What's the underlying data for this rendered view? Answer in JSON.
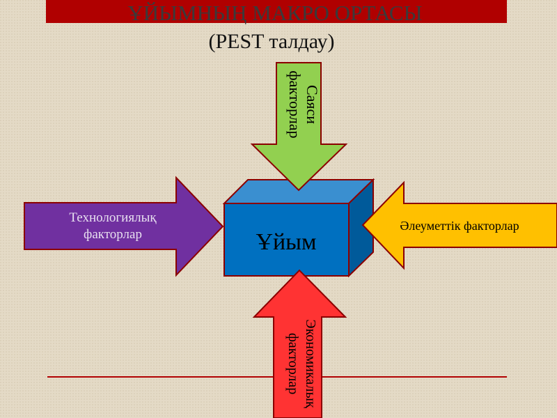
{
  "slide": {
    "title": "ҰЙЫМНЫҢ МАКРО ОРТАСЫ",
    "subtitle": "(PEST талдау)",
    "center_label": "Ұйым",
    "factors": {
      "political": [
        "Саяси",
        "факторлар"
      ],
      "technological": [
        "Технологиялық",
        "факторлар"
      ],
      "social": "Әлеуметтік факторлар",
      "economic": [
        "Экономикалық",
        "факторлар"
      ]
    }
  },
  "colors": {
    "title_bar": "#b00000",
    "box_front": "#0070c0",
    "political": "#92d050",
    "technological": "#7030a0",
    "social": "#ffc000",
    "economic": "#ff3333",
    "outline": "#8b0000"
  }
}
